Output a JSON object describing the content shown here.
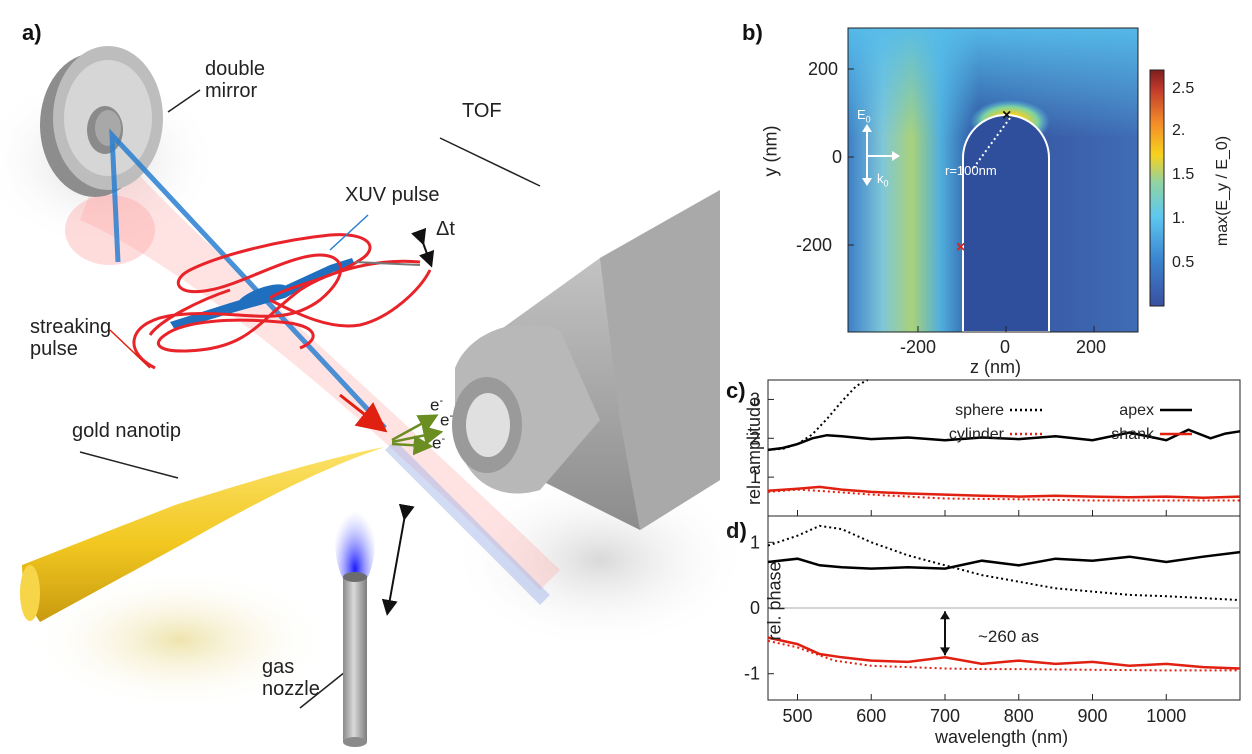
{
  "panels": {
    "a": "a)",
    "b": "b)",
    "c": "c)",
    "d": "d)"
  },
  "illustration": {
    "double_mirror": [
      "double",
      "mirror"
    ],
    "tof": "TOF",
    "xuv_pulse": "XUV pulse",
    "delta_t": "Δt",
    "streaking_pulse": [
      "streaking",
      "pulse"
    ],
    "gold_nanotip": "gold nanotip",
    "gas_nozzle": [
      "gas",
      "nozzle"
    ],
    "electron": "e",
    "electron_sup": "-"
  },
  "field_map": {
    "ylabel": "y (nm)",
    "xlabel": "z (nm)",
    "x_ticks": [
      "-200",
      "0",
      "200"
    ],
    "y_ticks": [
      "200",
      "0",
      "-200"
    ],
    "colorbar_label": "max(E_y / E_0)",
    "colorbar_ticks": [
      "2.5",
      "2.",
      "1.5",
      "1.",
      "0.5"
    ],
    "radius_label": "r=100nm",
    "e0_label": "E",
    "e0_sub": "0",
    "k0_label": "k",
    "k0_sub": "0",
    "colors": {
      "low": "#3a4fa0",
      "mid": "#5ec8ef",
      "high": "#f7d21e",
      "peak": "#c0392b"
    }
  },
  "chart_data": [
    {
      "type": "line",
      "ylabel": "rel. amplitude",
      "ylim": [
        0,
        3.5
      ],
      "y_ticks": [
        1,
        2,
        3
      ],
      "xlim": [
        460,
        1100
      ],
      "legend": [
        {
          "name": "sphere",
          "style": "dotted",
          "color": "#000000"
        },
        {
          "name": "apex",
          "style": "solid",
          "color": "#000000"
        },
        {
          "name": "cylinder",
          "style": "dotted",
          "color": "#e02010"
        },
        {
          "name": "shank",
          "style": "solid",
          "color": "#e02010"
        }
      ],
      "series": [
        {
          "name": "sphere",
          "style": "dotted",
          "color": "#000000",
          "x": [
            460,
            480,
            500,
            520,
            540,
            560,
            580,
            595
          ],
          "y": [
            1.7,
            1.73,
            1.85,
            2.1,
            2.5,
            2.95,
            3.35,
            3.6
          ]
        },
        {
          "name": "apex",
          "style": "solid",
          "color": "#000000",
          "x": [
            460,
            480,
            500,
            520,
            540,
            560,
            600,
            650,
            700,
            750,
            800,
            850,
            900,
            950,
            1000,
            1030,
            1060,
            1080,
            1100
          ],
          "y": [
            1.7,
            1.75,
            1.85,
            2.0,
            2.08,
            2.05,
            1.98,
            2.02,
            1.95,
            2.02,
            1.98,
            2.05,
            1.95,
            2.15,
            1.95,
            2.22,
            2.0,
            2.12,
            2.18
          ]
        },
        {
          "name": "cylinder",
          "style": "dotted",
          "color": "#e02010",
          "x": [
            460,
            500,
            550,
            600,
            650,
            700,
            800,
            900,
            1000,
            1100
          ],
          "y": [
            0.62,
            0.68,
            0.62,
            0.55,
            0.5,
            0.45,
            0.43,
            0.4,
            0.4,
            0.4
          ]
        },
        {
          "name": "shank",
          "style": "solid",
          "color": "#e02010",
          "x": [
            460,
            500,
            530,
            560,
            600,
            650,
            700,
            750,
            800,
            850,
            900,
            950,
            1000,
            1050,
            1100
          ],
          "y": [
            0.65,
            0.7,
            0.75,
            0.68,
            0.62,
            0.58,
            0.55,
            0.52,
            0.5,
            0.52,
            0.5,
            0.48,
            0.5,
            0.47,
            0.5
          ]
        }
      ]
    },
    {
      "type": "line",
      "xlabel": "wavelength (nm)",
      "ylabel": "rel. phase",
      "ylim": [
        -1.4,
        1.4
      ],
      "y_ticks": [
        1,
        0,
        -1
      ],
      "xlim": [
        460,
        1100
      ],
      "x_ticks": [
        500,
        600,
        700,
        800,
        900,
        1000
      ],
      "annotation": "~260 as",
      "series": [
        {
          "name": "sphere",
          "style": "dotted",
          "color": "#000000",
          "x": [
            460,
            500,
            530,
            560,
            600,
            650,
            700,
            750,
            800,
            850,
            900,
            950,
            1000,
            1050,
            1100
          ],
          "y": [
            0.95,
            1.1,
            1.25,
            1.2,
            1.0,
            0.8,
            0.65,
            0.5,
            0.4,
            0.3,
            0.25,
            0.2,
            0.18,
            0.15,
            0.12
          ]
        },
        {
          "name": "apex",
          "style": "solid",
          "color": "#000000",
          "x": [
            460,
            500,
            530,
            560,
            600,
            650,
            700,
            750,
            800,
            850,
            900,
            950,
            1000,
            1050,
            1100
          ],
          "y": [
            0.7,
            0.75,
            0.65,
            0.62,
            0.6,
            0.62,
            0.6,
            0.72,
            0.65,
            0.75,
            0.72,
            0.78,
            0.7,
            0.78,
            0.85
          ]
        },
        {
          "name": "cylinder",
          "style": "dotted",
          "color": "#e02010",
          "x": [
            460,
            500,
            550,
            600,
            650,
            700,
            750,
            800,
            900,
            1000,
            1100
          ],
          "y": [
            -0.5,
            -0.6,
            -0.8,
            -0.88,
            -0.9,
            -0.92,
            -0.93,
            -0.93,
            -0.94,
            -0.95,
            -0.95
          ]
        },
        {
          "name": "shank",
          "style": "solid",
          "color": "#e02010",
          "x": [
            460,
            500,
            530,
            560,
            600,
            650,
            700,
            750,
            800,
            850,
            900,
            950,
            1000,
            1050,
            1100
          ],
          "y": [
            -0.45,
            -0.55,
            -0.7,
            -0.75,
            -0.8,
            -0.82,
            -0.75,
            -0.85,
            -0.8,
            -0.85,
            -0.82,
            -0.88,
            -0.85,
            -0.9,
            -0.92
          ]
        }
      ]
    }
  ]
}
